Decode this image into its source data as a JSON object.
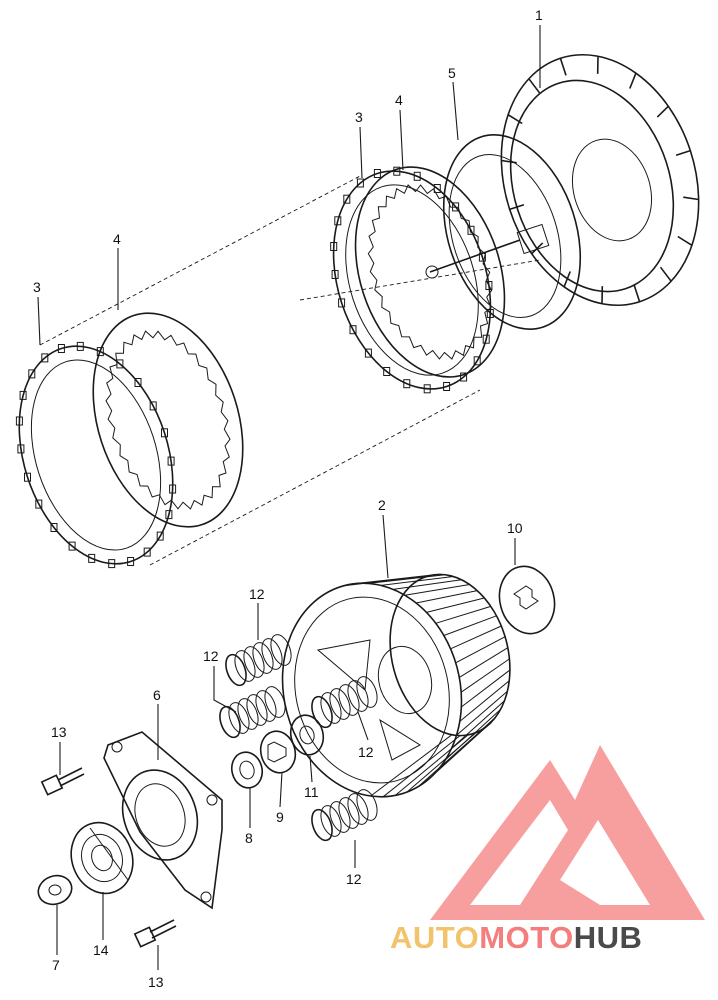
{
  "diagram": {
    "callouts": [
      {
        "id": "c1",
        "label": "1"
      },
      {
        "id": "c2",
        "label": "2"
      },
      {
        "id": "c3a",
        "label": "3"
      },
      {
        "id": "c3b",
        "label": "3"
      },
      {
        "id": "c4a",
        "label": "4"
      },
      {
        "id": "c4b",
        "label": "4"
      },
      {
        "id": "c5",
        "label": "5"
      },
      {
        "id": "c6",
        "label": "6"
      },
      {
        "id": "c7",
        "label": "7"
      },
      {
        "id": "c8",
        "label": "8"
      },
      {
        "id": "c9",
        "label": "9"
      },
      {
        "id": "c10",
        "label": "10"
      },
      {
        "id": "c11",
        "label": "11"
      },
      {
        "id": "c12a",
        "label": "12"
      },
      {
        "id": "c12b",
        "label": "12"
      },
      {
        "id": "c12c",
        "label": "12"
      },
      {
        "id": "c12d",
        "label": "12"
      },
      {
        "id": "c13a",
        "label": "13"
      },
      {
        "id": "c13b",
        "label": "13"
      },
      {
        "id": "c14",
        "label": "14"
      }
    ]
  },
  "watermark": {
    "word_a": "AUTO",
    "word_b": "MOTO",
    "word_c": "HUB",
    "colors": {
      "primary": "#f47d7d",
      "secondary": "#f2c36b",
      "dark": "#4a4a4a"
    }
  }
}
